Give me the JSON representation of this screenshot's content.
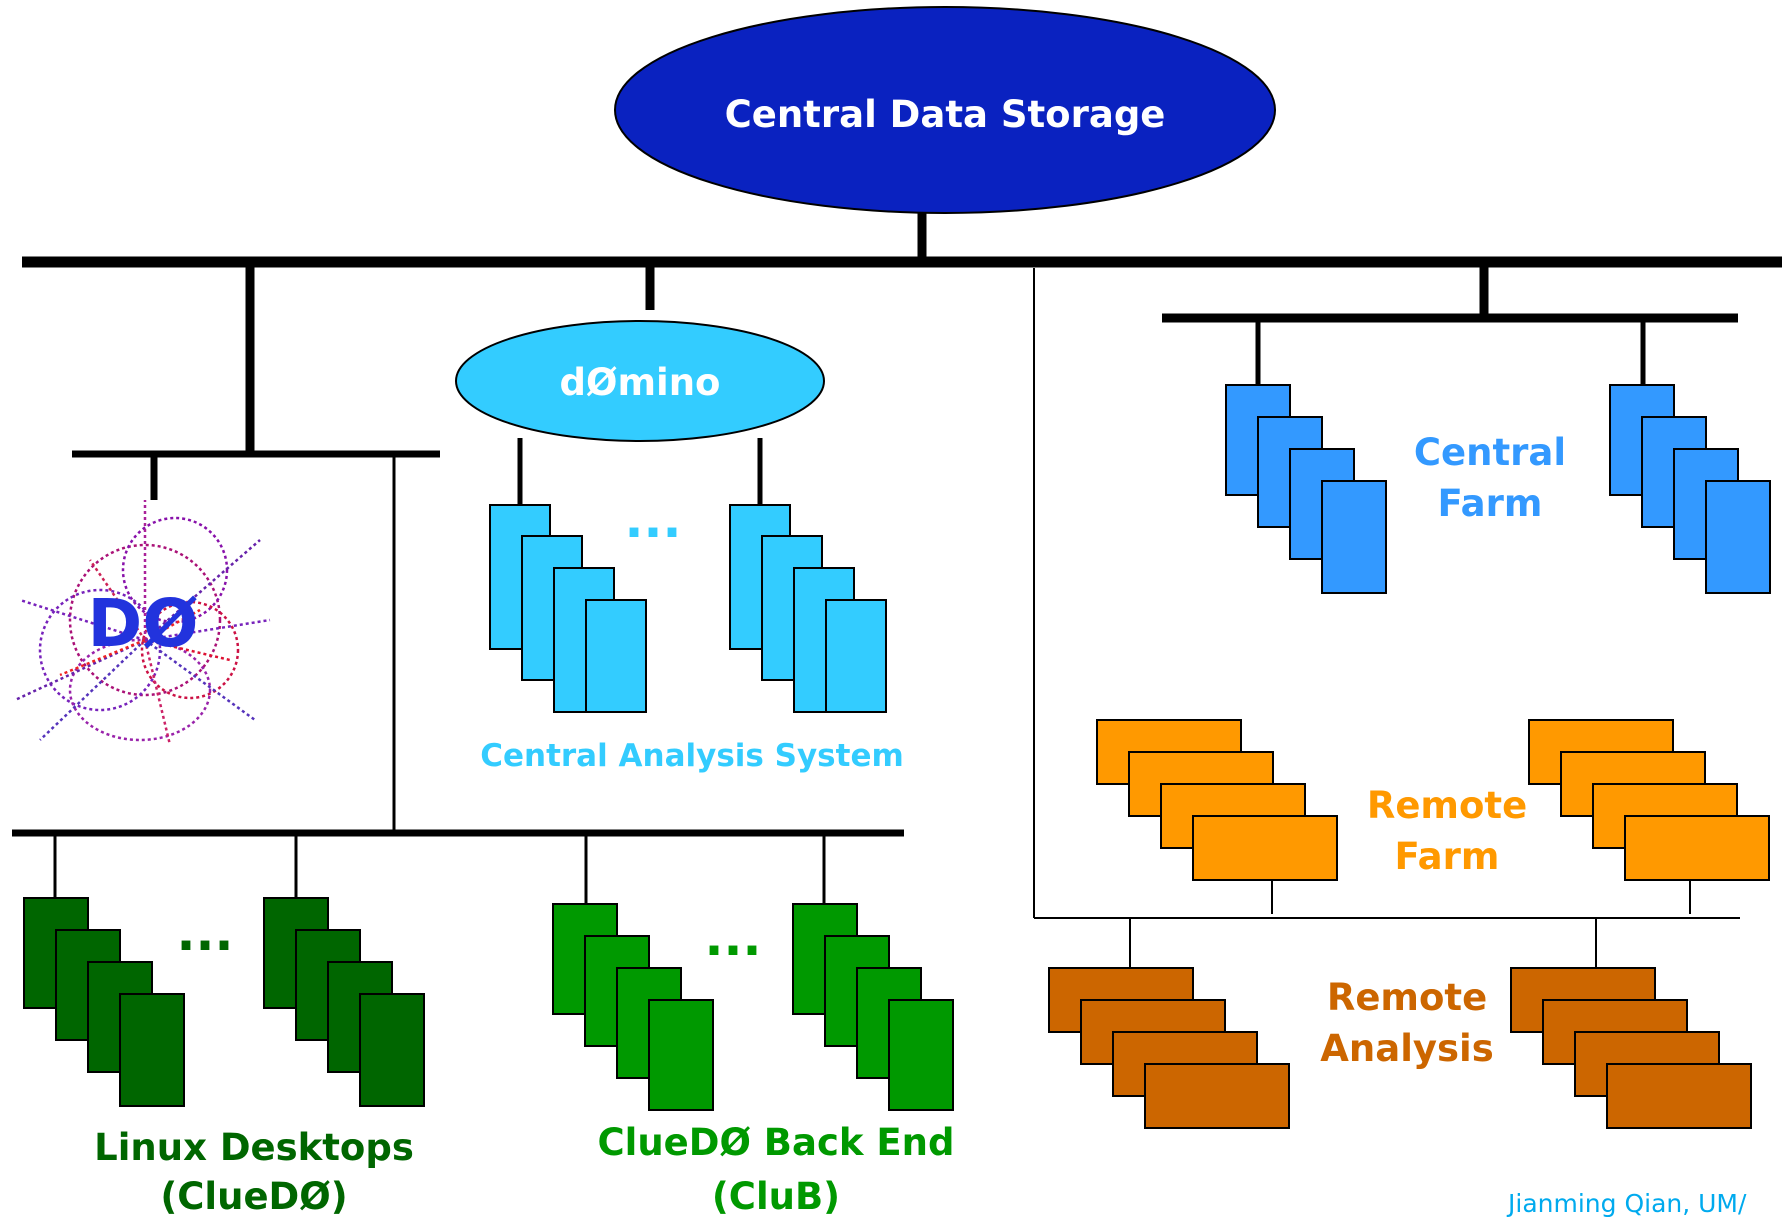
{
  "title_node": {
    "label": "Central Data Storage"
  },
  "domino_node": {
    "label": "dØmino"
  },
  "d0_logo": {
    "text": "DØ"
  },
  "ellipsis": "...",
  "central_analysis": {
    "label": "Central Analysis System"
  },
  "central_farm": {
    "line1": "Central",
    "line2": "Farm"
  },
  "remote_farm": {
    "line1": "Remote",
    "line2": "Farm"
  },
  "remote_analysis": {
    "line1": "Remote",
    "line2": "Analysis"
  },
  "linux_desktops": {
    "line1": "Linux Desktops",
    "line2": "(ClueDØ)"
  },
  "cluedo_backend": {
    "line1": "ClueDØ Back End",
    "line2": "(CluB)"
  },
  "credit": "Jianming Qian, UM/",
  "colors": {
    "storage": "#0a22c0",
    "domino": "#33ccff",
    "central_farm": "#3399ff",
    "remote_farm": "#ff9900",
    "remote_analysis": "#cc6600",
    "linux_desktops": "#006600",
    "cluedo_backend": "#009900",
    "d0_text": "#2233dd",
    "credit": "#00aaee"
  }
}
